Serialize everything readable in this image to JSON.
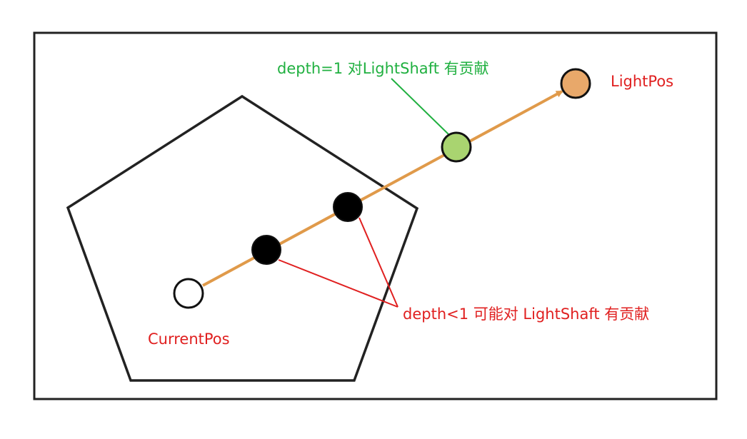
{
  "labels": {
    "light_pos": "LightPos",
    "current_pos": "CurrentPos",
    "depth_eq_1": "depth=1 对LightShaft 有贡献",
    "depth_lt_1": "depth<1 可能对 LightShaft 有贡献"
  },
  "colors": {
    "frame": "#222222",
    "pentagon": "#222222",
    "ray": "#E09A4A",
    "light_pos_fill": "#E8A86A",
    "green_point_fill": "#A9D470",
    "green_leader": "#20B040",
    "red_leader": "#E02020",
    "red_text": "#E02020",
    "green_text": "#20B040",
    "occluder_fill": "#000000",
    "current_pos_fill": "#FFFFFF"
  }
}
